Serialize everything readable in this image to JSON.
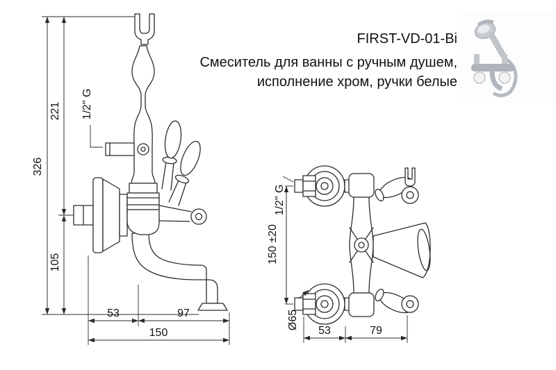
{
  "header": {
    "model": "FIRST-VD-01-Bi",
    "description_line1": "Смеситель для ванны с ручным душем,",
    "description_line2": "исполнение хром, ручки белые"
  },
  "side_view": {
    "dim_total_height": "326",
    "dim_upper_height": "221",
    "dim_lower_height": "105",
    "thread_label": "1/2\" G",
    "dim_wall_to_center": "53",
    "dim_center_to_spout": "97",
    "dim_total_depth": "150"
  },
  "front_view": {
    "thread_label": "1/2\" G",
    "dim_centers": "150 ±20",
    "dim_flange_diameter": "Ø65",
    "dim_left": "53",
    "dim_right": "79"
  },
  "colors": {
    "line": "#2b2b2b",
    "paper": "#ffffff"
  }
}
